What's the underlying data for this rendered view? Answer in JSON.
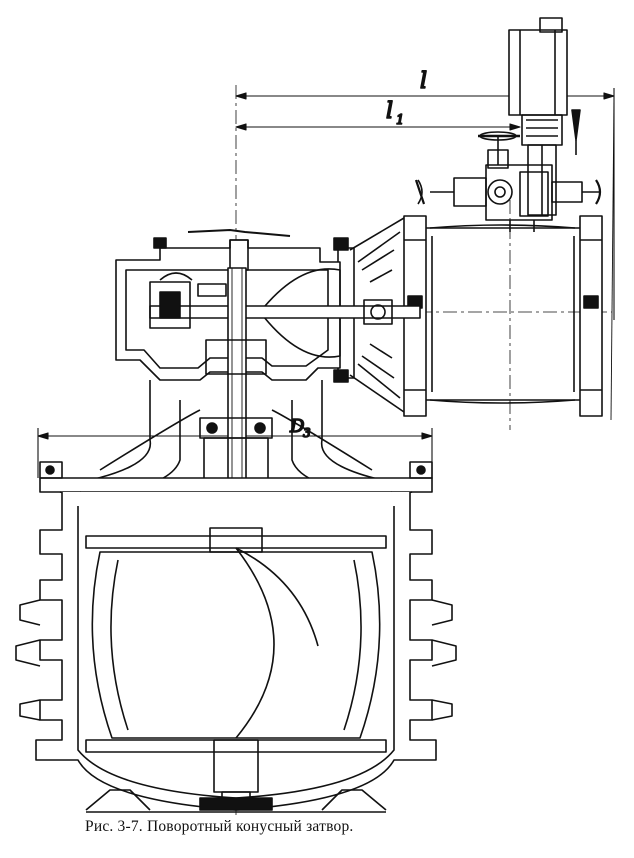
{
  "labels": {
    "overall_length": "l",
    "partial_length": "l",
    "partial_length_subscript": "1",
    "diameter": "D",
    "diameter_subscript": "3"
  },
  "caption": "Рис. 3-7. Поворотный конусный затвор."
}
